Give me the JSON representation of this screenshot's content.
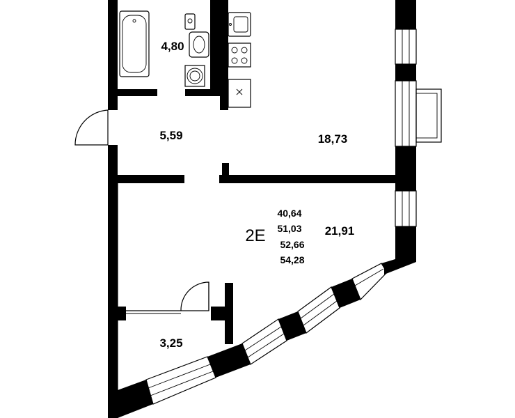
{
  "apartment": {
    "code": "2E",
    "totals": [
      "40,64",
      "51,03",
      "52,66",
      "54,28"
    ]
  },
  "rooms": {
    "bathroom": "4,80",
    "hall": "5,59",
    "kitchen_living": "18,73",
    "bedroom": "21,91",
    "loggia": "3,25"
  },
  "colors": {
    "wall": "#000000",
    "background": "#ffffff"
  }
}
